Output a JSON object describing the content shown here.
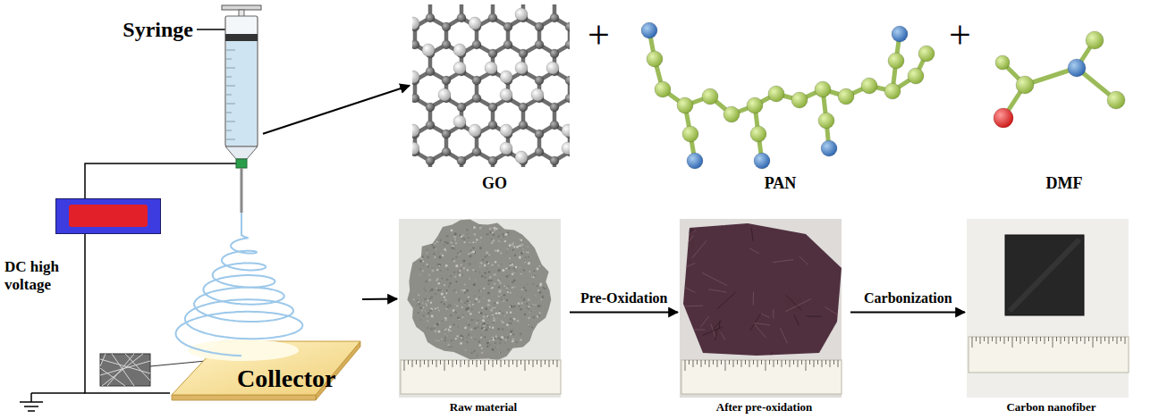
{
  "diagram": {
    "nodes": [
      {
        "text": [
          "Syringe"
        ]
      },
      {
        "text": [
          "DC high voltage"
        ]
      },
      {
        "text": [
          "Collector"
        ]
      },
      {
        "text": [
          "GO"
        ]
      },
      {
        "text": [
          "PAN"
        ]
      },
      {
        "text": [
          "DMF"
        ]
      },
      {
        "text": [
          "Raw material"
        ]
      },
      {
        "text": [
          "After pre-oxidation"
        ]
      },
      {
        "text": [
          "Carbon nanofiber"
        ]
      }
    ],
    "edges": [
      {
        "from": 0,
        "to": 3,
        "arrow": "to"
      },
      {
        "from": 2,
        "to": 6,
        "arrow": "to"
      },
      {
        "from": 6,
        "to": 7,
        "label": "Pre-Oxidation",
        "arrow": "to"
      },
      {
        "from": 7,
        "to": 8,
        "label": "Carbonization",
        "arrow": "to"
      },
      {
        "from": 1,
        "to": 0,
        "arrow": "none"
      },
      {
        "from": 1,
        "to": 2,
        "arrow": "none"
      }
    ],
    "labels": [
      "+",
      "+"
    ]
  }
}
